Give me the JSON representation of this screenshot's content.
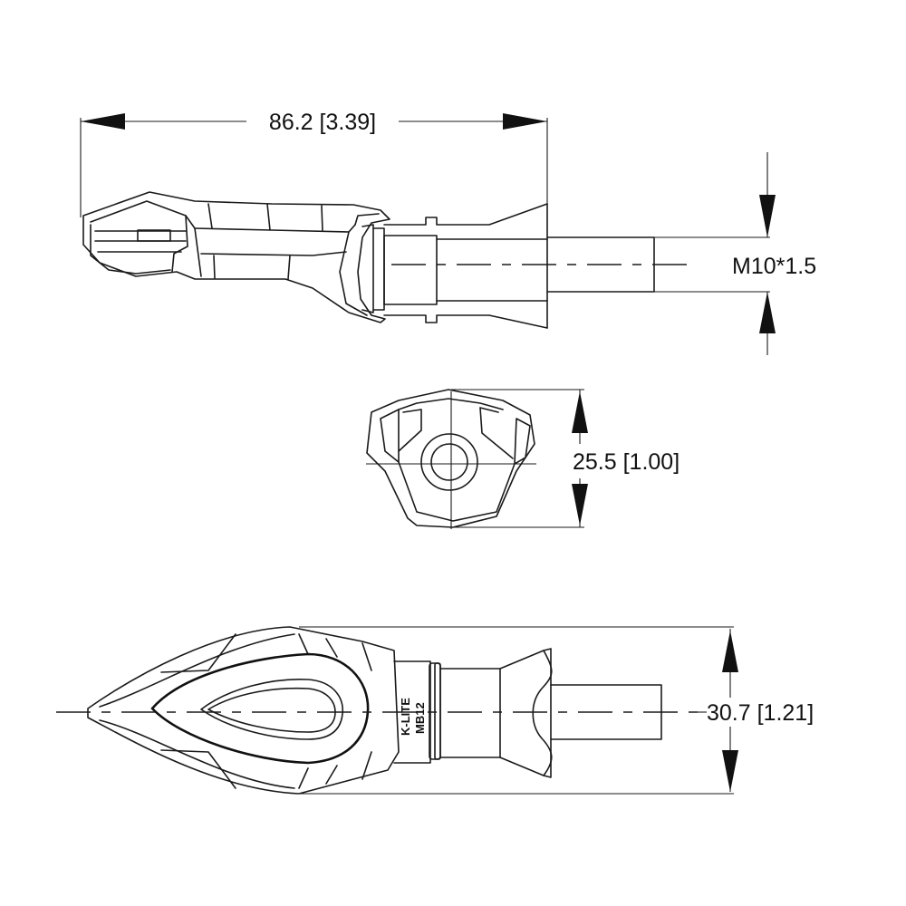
{
  "dimensions": {
    "overall_length": "86.2 [3.39]",
    "thread": "M10*1.5",
    "height": "25.5 [1.00]",
    "width": "30.7 [1.21]"
  },
  "markings": {
    "brand": "K-LITE",
    "model": "MB12"
  }
}
